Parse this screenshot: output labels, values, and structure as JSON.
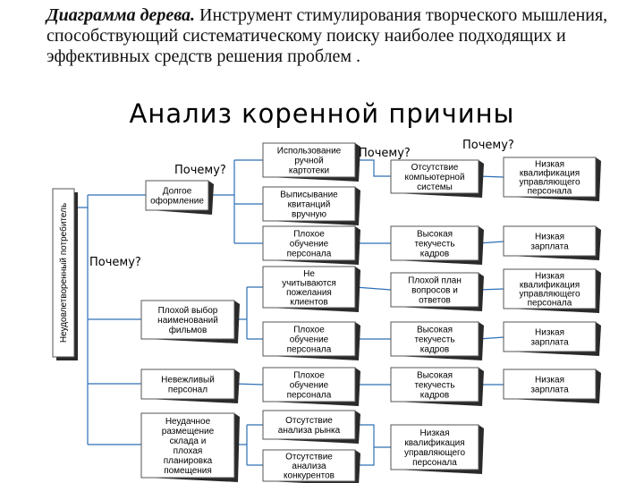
{
  "intro": {
    "term": "Диаграмма дерева.",
    "text": " Инструмент стимулирования творческого мышления, способствующий систематическому поиску наиболее подходящих и эффективных средств решения проблем ."
  },
  "title": "Анализ коренной причины",
  "root": "Неудовлетворенный потребитель",
  "why_label": "Почему?",
  "level1": [
    {
      "id": "l1a",
      "lines": [
        "Долгое",
        "оформление"
      ]
    },
    {
      "id": "l1b",
      "lines": [
        "Плохой выбор",
        "наименований",
        "фильмов"
      ]
    },
    {
      "id": "l1c",
      "lines": [
        "Невежливый",
        "персонал"
      ]
    },
    {
      "id": "l1d",
      "lines": [
        "Неудачное",
        "размещение",
        "склада и",
        "плохая",
        "планировка",
        "помещения"
      ]
    }
  ],
  "level2": [
    {
      "id": "l2a",
      "lines": [
        "Использование",
        "ручной",
        "картотеки"
      ]
    },
    {
      "id": "l2b",
      "lines": [
        "Выписывание",
        "квитанций",
        "вручную"
      ]
    },
    {
      "id": "l2c",
      "lines": [
        "Плохое",
        "обучение",
        "персонала"
      ]
    },
    {
      "id": "l2d",
      "lines": [
        "Не",
        "учитываются",
        "пожелания",
        "клиентов"
      ]
    },
    {
      "id": "l2e",
      "lines": [
        "Плохое",
        "обучение",
        "персонала"
      ]
    },
    {
      "id": "l2f",
      "lines": [
        "Плохое",
        "обучение",
        "персонала"
      ]
    },
    {
      "id": "l2g",
      "lines": [
        "Отсутствие",
        "анализа рынка"
      ]
    },
    {
      "id": "l2h",
      "lines": [
        "Отсутствие",
        "анализа",
        "конкурентов"
      ]
    }
  ],
  "level3": [
    {
      "id": "l3a",
      "lines": [
        "Отсутствие",
        "компьютерной",
        "системы"
      ]
    },
    {
      "id": "l3b",
      "lines": [
        "Высокая",
        "текучесть",
        "кадров"
      ]
    },
    {
      "id": "l3c",
      "lines": [
        "Плохой план",
        "вопросов и",
        "ответов"
      ]
    },
    {
      "id": "l3d",
      "lines": [
        "Высокая",
        "текучесть",
        "кадров"
      ]
    },
    {
      "id": "l3e",
      "lines": [
        "Высокая",
        "текучесть",
        "кадров"
      ]
    },
    {
      "id": "l3f",
      "lines": [
        "Низкая",
        "квалификация",
        "управляющего",
        "персонала"
      ]
    }
  ],
  "level4": [
    {
      "id": "l4a",
      "lines": [
        "Низкая",
        "квалификация",
        "управляющего",
        "персонала"
      ]
    },
    {
      "id": "l4b",
      "lines": [
        "Низкая",
        "зарплата"
      ]
    },
    {
      "id": "l4c",
      "lines": [
        "Низкая",
        "квалификация",
        "управляющего",
        "персонала"
      ]
    },
    {
      "id": "l4d",
      "lines": [
        "Низкая",
        "зарплата"
      ]
    },
    {
      "id": "l4e",
      "lines": [
        "Низкая",
        "зарплата"
      ]
    }
  ]
}
